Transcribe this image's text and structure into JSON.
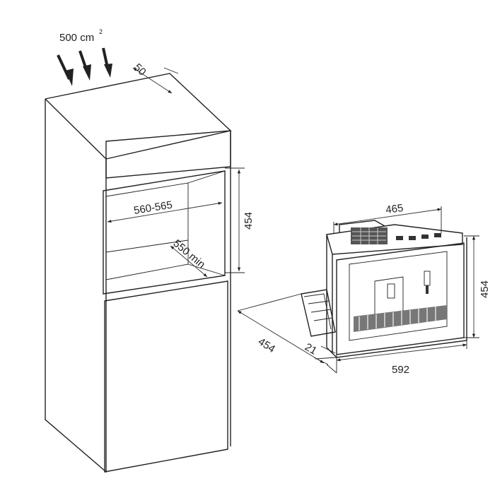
{
  "airflow": {
    "label": "500 cm",
    "superscript": "2"
  },
  "cabinet_dimensions": {
    "top_gap": "50",
    "niche_width": "560-565",
    "niche_depth": "550 min",
    "niche_height": "454"
  },
  "appliance_dimensions": {
    "top_width": "465",
    "height": "454",
    "depth": "454",
    "front_offset": "21",
    "width": "592"
  }
}
